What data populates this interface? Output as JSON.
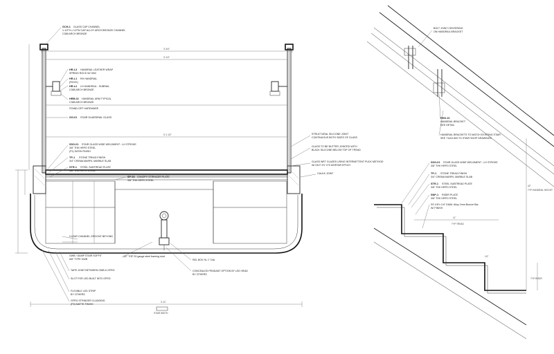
{
  "left_callouts": [
    {
      "tag": "GCH-1",
      "text": "GLASS CAP CHANNEL",
      "sub": "1-1/2\"H x 1/2\"W CAP ALLOY ARCH BRONZE CHANNEL",
      "sub2": "C385 ARCH BRONZE"
    },
    {
      "tag": "HR-L3",
      "text": "HANDRAIL LEATHER WRAP",
      "sub": "SPRING ROCK W/ OBC",
      "sub2": ""
    },
    {
      "tag": "HR-L1",
      "text": "RH HANDRAIL",
      "sub": "(ROCK)",
      "sub2": ""
    },
    {
      "tag": "HR-L2",
      "text": "LH HANDRAIL - SUBRAIL",
      "sub": "C385 ARCH BRONZE",
      "sub2": ""
    },
    {
      "tag": "HRB-02",
      "text": "HANDRAIL ARM TYPICAL",
      "sub": "C385 ARCH BRONZE",
      "sub2": ""
    },
    {
      "tag": "",
      "text": "STAND-OFF HARDWARE",
      "sub": "",
      "sub2": ""
    },
    {
      "tag": "GG-01",
      "text": "STAIR GUARDRAIL GLASS",
      "sub": "",
      "sub2": ""
    }
  ],
  "center_callouts": [
    {
      "tag": "SSG-01",
      "text": "STAIR GLASS WIDE WELDMENT - LH STROKE",
      "sub": "3/8\" THK HRPO STEEL",
      "sub2": "(P1) SATIN FINISH"
    },
    {
      "tag": "TP-1",
      "text": "STONE TREAD FINISH",
      "sub": "3/4\" CREMA MARFIL MARBLE SLAB",
      "sub2": ""
    },
    {
      "tag": "STR-1",
      "text": "STEEL SUBTREAD PLATE",
      "sub": "3/8\" THK HRPO STEEL",
      "sub2": ""
    },
    {
      "tag": "SP-02",
      "text": "CANOPY STRINGER PLATE",
      "sub": "3/8\" THK HRPO STEEL",
      "sub2": ""
    }
  ],
  "right_callouts": [
    {
      "text": "STRUCTURAL SILICONE JOINT",
      "sub": "CONTINUOUS BOTH SIDES OF GLASS"
    },
    {
      "text": "GLASS TO BE BUTTER JOINTED WITH",
      "sub": "BLACK SILICONE BELOW TOP OF TREAD"
    },
    {
      "text": "GLASS WET GLAZED USING INTERMITTENT PUCK METHOD",
      "sub": "W/ HILTI HY 270 MORTAR EPOXY"
    },
    {
      "text": "CAULK JOINT",
      "sub": ""
    }
  ],
  "bottom_callouts": [
    {
      "text": "CLEAR CHANNEL GROOVE BEYOND",
      "sub": ""
    },
    {
      "text": "1/2\" TOP 20 gauge steel framing stud",
      "sub": ""
    },
    {
      "text": "REL BOX HL 1\" DIA",
      "sub": ""
    },
    {
      "text": "CONCEALED PENDANT OPTION BY LED HEAD",
      "sub": "BY OTHERS"
    },
    {
      "text": "TAPE JOINT BETWEEN GWB & GFRG",
      "sub": ""
    },
    {
      "text": "SLOT FOR LED BUILT INTO GFRG",
      "sub": ""
    },
    {
      "text": "FLEXIBLE LED STRIP",
      "sub": "BY OTHERS"
    },
    {
      "text": "GFRG STRINGER CLADDING",
      "sub": "(P2) MATTE FINISH"
    },
    {
      "text": "GWB / DAMP STAIR SOFFIT",
      "sub": "5/8\" TYPE GWB"
    }
  ],
  "stair_callouts": [
    {
      "tag": "",
      "text": "BOLT JOINT CENTERING",
      "sub": "ON HANDRAIL BRACKET"
    },
    {
      "tag": "RHS-10",
      "text": "HANDRAIL BRACKET",
      "sub": "SEE DETAIL"
    },
    {
      "tag": "",
      "text": "HANDRAIL BRACKETS TO MATCH EXISTING STAIR",
      "sub": "SEE 71/AS 800 TO STAIR SHOP DRAWINGS"
    },
    {
      "tag": "SSG-01",
      "text": "STAIR GLASS WIDE WELDMENT - LH STROKE",
      "sub": "3/8\" THK HRPO STEEL"
    },
    {
      "tag": "TP-1",
      "text": "STONE TREAD FINISH",
      "sub": "3/4\" CREMA MARFIL MARBLE SLAB"
    },
    {
      "tag": "STR-1",
      "text": "STEEL SUBTREAD PLATE",
      "sub": "3/8\" THK HRPO STEEL"
    },
    {
      "tag": "SNP-1",
      "text": "RISER PLATE",
      "sub": "3/8\" THK HRPO STEEL"
    },
    {
      "tag": "",
      "text": "SS 1/8\"x 1/4\" DIAM. Alloy 2mm Bronze Bar",
      "sub": "W/ FINISH"
    }
  ],
  "dimensions": {
    "overall_top": "3'-3/4\"",
    "inner_top": "3'-1/4\"",
    "glass_span": "3'-1 1/2\"",
    "overall_bottom": "3'-11\"",
    "stair_width": "STAIR WIDTH",
    "tread_depth": "11\"",
    "typ_tread": "TYP TREAD",
    "handrail_height": "TYP HANDRAIL HEIGHT",
    "riser": "TYP RISER",
    "glass_height": "42\"",
    "nosing": "1/2\""
  }
}
